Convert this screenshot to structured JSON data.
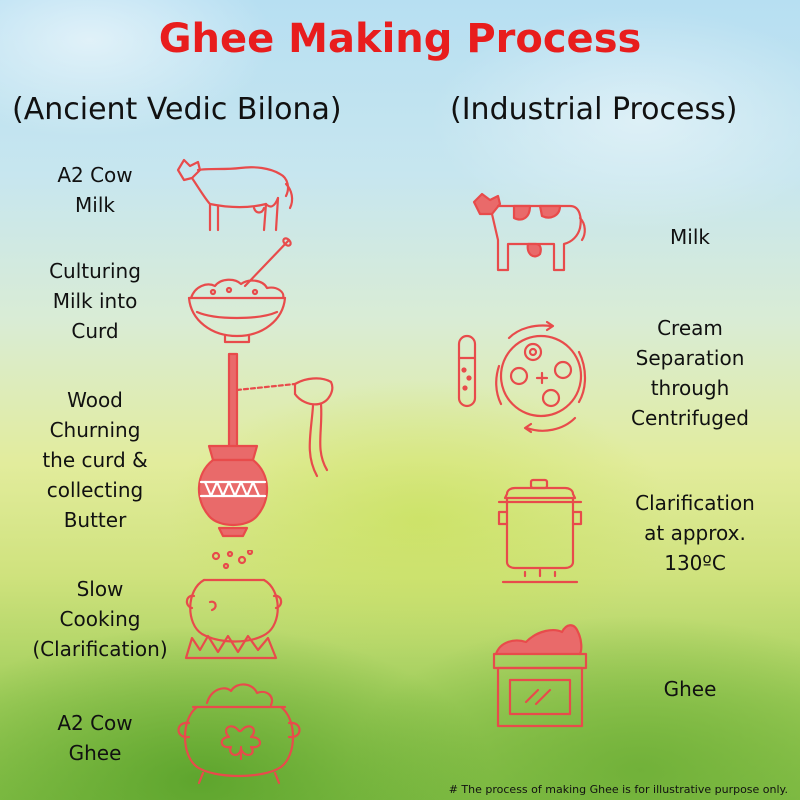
{
  "title": "Ghee Making Process",
  "left_column": {
    "heading": "(Ancient Vedic Bilona)",
    "steps": [
      {
        "label": "A2 Cow\nMilk",
        "icon": "cow-icon"
      },
      {
        "label": "Culturing\nMilk into\nCurd",
        "icon": "curd-bowl-icon"
      },
      {
        "label": "Wood\nChurning\nthe curd &\ncollecting\nButter",
        "icon": "churning-pot-icon"
      },
      {
        "label": "Slow\nCooking\n(Clarification)",
        "icon": "cooking-pot-icon"
      },
      {
        "label": "A2 Cow\nGhee",
        "icon": "ghee-pot-icon"
      }
    ]
  },
  "right_column": {
    "heading": "(Industrial Process)",
    "steps": [
      {
        "label": "Milk",
        "icon": "dairy-cow-icon"
      },
      {
        "label": "Cream\nSeparation\nthrough\nCentrifuged",
        "icon": "centrifuge-icon"
      },
      {
        "label": "Clarification\nat approx.\n130ºC",
        "icon": "pressure-cooker-icon"
      },
      {
        "label": "Ghee",
        "icon": "ghee-jar-icon"
      }
    ]
  },
  "footnote": "# The process of making Ghee is for illustrative purpose only.",
  "colors": {
    "title": "#e81d1d",
    "icon_stroke": "#e84b4b",
    "icon_fill": "#e96a6a"
  }
}
